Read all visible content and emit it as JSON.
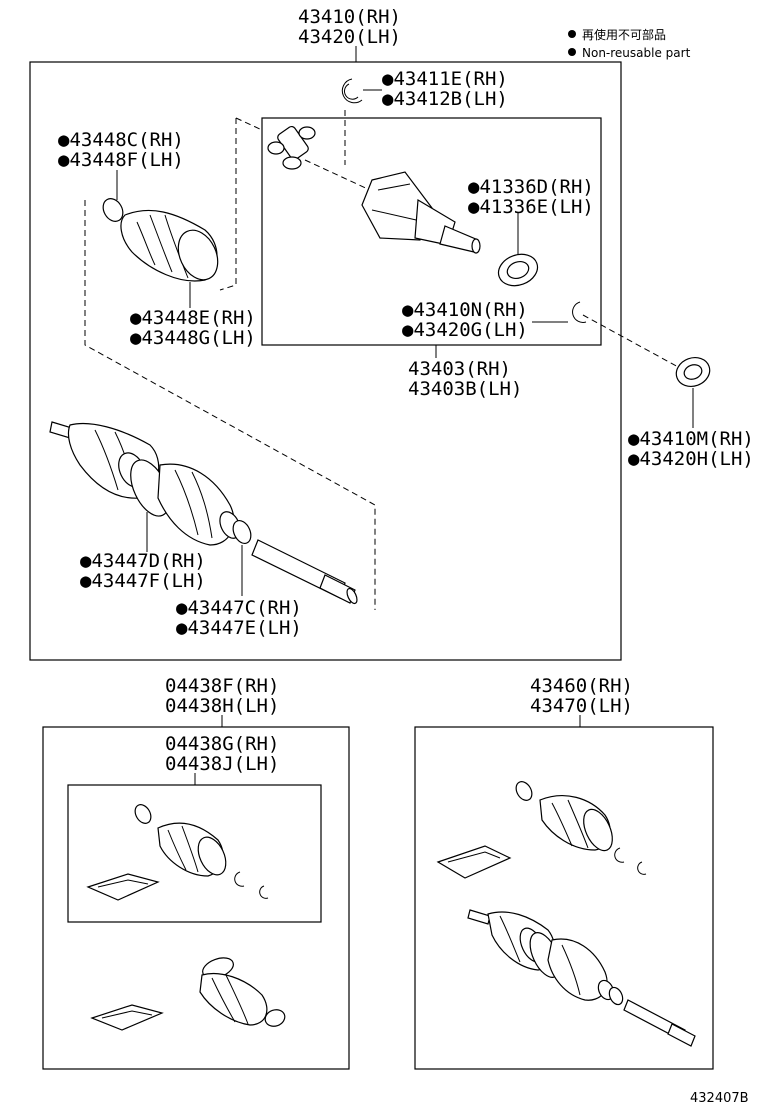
{
  "legend": {
    "jp": "再使用不可部品",
    "en": "Non-reusable part"
  },
  "assembly": {
    "line1": "43410(RH)",
    "line2": "43420(LH)"
  },
  "callouts": {
    "snap_ring_top": {
      "line1": "●43411E(RH)",
      "line2": "●43412B(LH)"
    },
    "clamp_top_left": {
      "line1": "●43448C(RH)",
      "line2": "●43448F(LH)"
    },
    "oil_seal_inner": {
      "line1": "●41336D(RH)",
      "line2": "●41336E(LH)"
    },
    "clamp_boot": {
      "line1": "●43448E(RH)",
      "line2": "●43448G(LH)"
    },
    "snap_ring_inner": {
      "line1": "●43410N(RH)",
      "line2": "●43420G(LH)"
    },
    "inner_joint": {
      "line1": "43403(RH)",
      "line2": "43403B(LH)"
    },
    "oil_seal_outer": {
      "line1": "●43410M(RH)",
      "line2": "●43420H(LH)"
    },
    "boot_outer": {
      "line1": "●43447D(RH)",
      "line2": "●43447F(LH)"
    },
    "clamp_outer": {
      "line1": "●43447C(RH)",
      "line2": "●43447E(LH)"
    }
  },
  "kit_left": {
    "line1": "04438F(RH)",
    "line2": "04438H(LH)",
    "inner_line1": "04438G(RH)",
    "inner_line2": "04438J(LH)"
  },
  "kit_right": {
    "line1": "43460(RH)",
    "line2": "43470(LH)"
  },
  "diagram_code": "432407B"
}
